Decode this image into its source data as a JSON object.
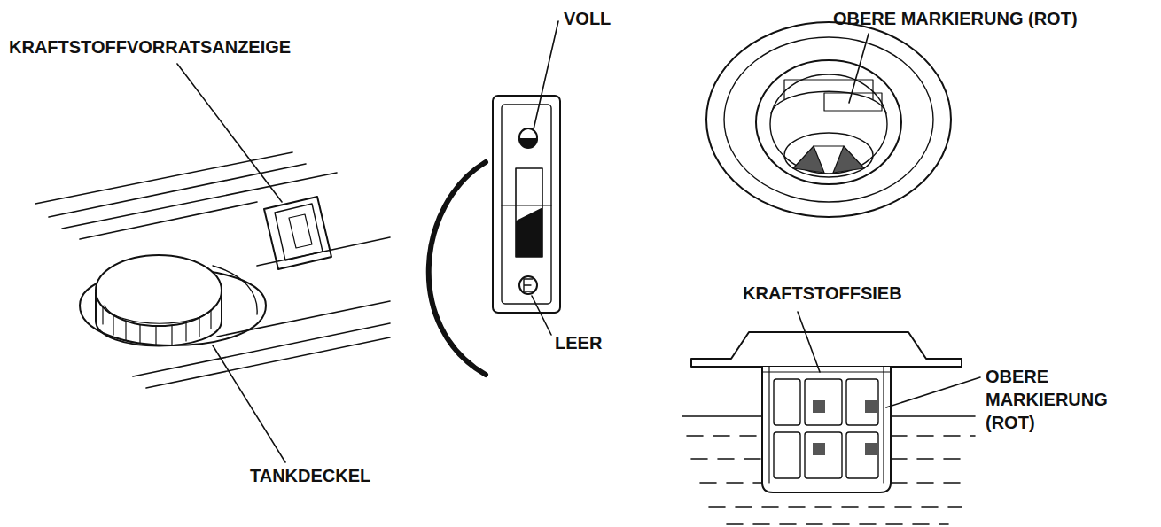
{
  "diagram": {
    "labels": [
      "VOLL",
      "OBERE MARKIERUNG (ROT)",
      "KRAFTSTOFFVORRATSANZEIGE",
      "KRAFTSTOFFSIEB",
      "LEER",
      "OBERE MARKIERUNG (ROT)",
      "TANKDECKEL"
    ]
  }
}
